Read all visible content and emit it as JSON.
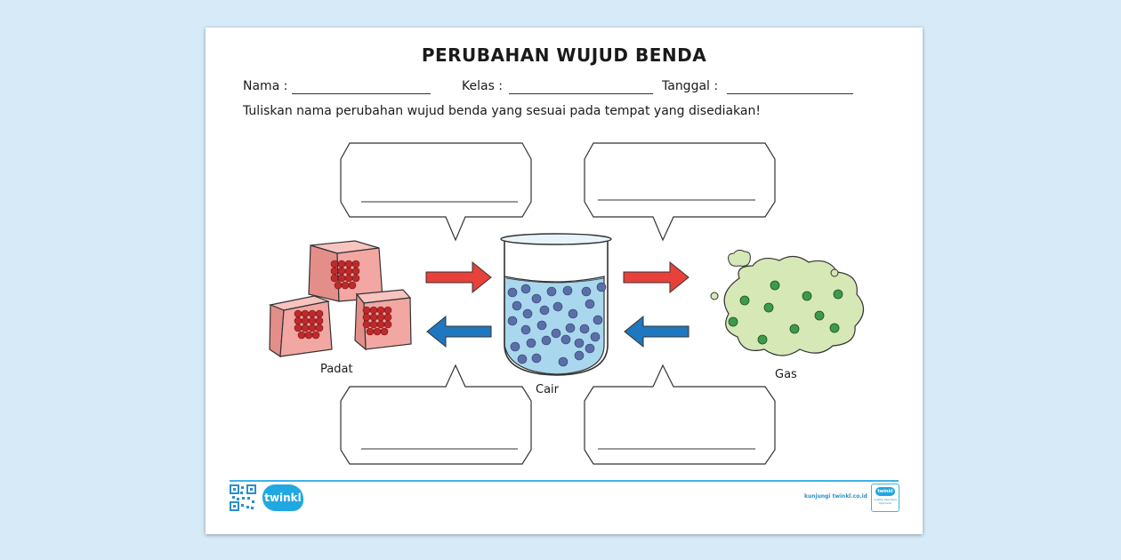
{
  "worksheet": {
    "title": "PERUBAHAN WUJUD BENDA",
    "fields": {
      "name_label": "Nama :",
      "class_label": "Kelas :",
      "date_label": "Tanggal :"
    },
    "instruction": "Tuliskan nama perubahan wujud benda yang sesuai pada tempat yang disediakan!",
    "states": {
      "solid": "Padat",
      "liquid": "Cair",
      "gas": "Gas"
    }
  },
  "footer": {
    "brand": "twinkl",
    "visit_text": "kunjungi twinkl.co.id",
    "badge_brand": "twinkl",
    "badge_text": "Quality Standard Approved"
  },
  "colors": {
    "background": "#d6eaf8",
    "arrow_right": "#e8403a",
    "arrow_left": "#1f77bf",
    "solid_cube": "#f2a7a3",
    "solid_particle": "#c0292b",
    "liquid": "#a9d8ee",
    "liquid_particle": "#5a6fa8",
    "gas_cloud": "#d6e8b6",
    "gas_particle": "#3c9a4a",
    "footer_accent": "#3fb2e6"
  },
  "icons": {
    "qr": "qr-code-icon",
    "badge": "quality-badge-icon"
  }
}
